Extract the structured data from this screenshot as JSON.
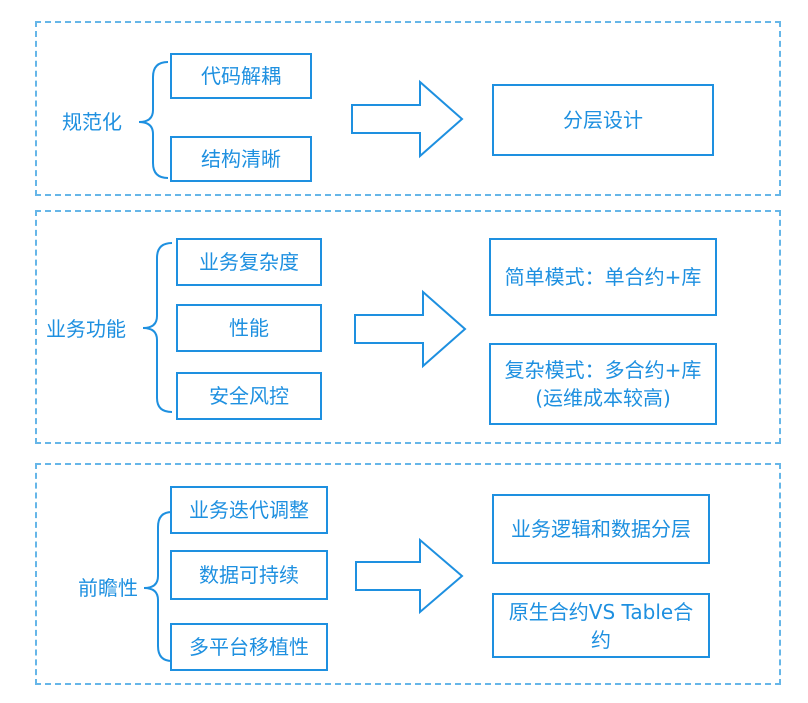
{
  "colors": {
    "primary": "#1e90e0",
    "dashed_border": "#66b6e8",
    "background": "#ffffff"
  },
  "sections": [
    {
      "label": "规范化",
      "items": [
        "代码解耦",
        "结构清晰"
      ],
      "results": [
        "分层设计"
      ]
    },
    {
      "label": "业务功能",
      "items": [
        "业务复杂度",
        "性能",
        "安全风控"
      ],
      "results": [
        "简单模式：单合约+库",
        "复杂模式：多合约+库\n(运维成本较高)"
      ]
    },
    {
      "label": "前瞻性",
      "items": [
        "业务迭代调整",
        "数据可持续",
        "多平台移植性"
      ],
      "results": [
        "业务逻辑和数据分层",
        "原生合约VS Table合约"
      ]
    }
  ]
}
